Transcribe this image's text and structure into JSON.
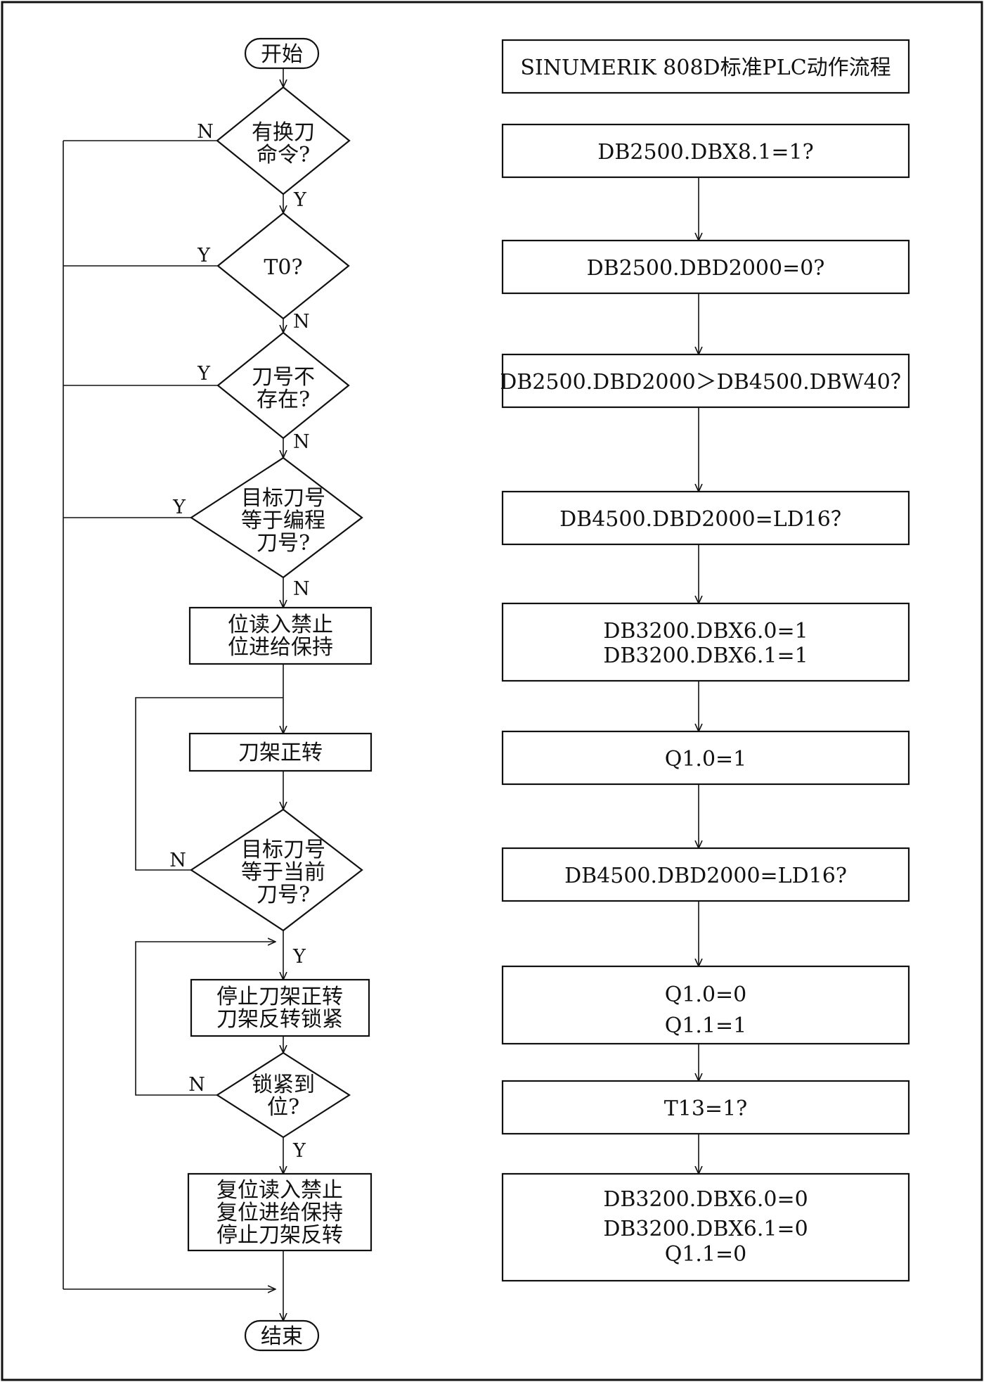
{
  "left_flow": {
    "start": "开始",
    "d_tool_change_cmd": [
      "有换刀",
      "命令?"
    ],
    "d_t0": [
      "T0?"
    ],
    "d_tool_not_exist": [
      "刀号不",
      "存在?"
    ],
    "d_target_eq_program": [
      "目标刀号",
      "等于编程",
      "刀号?"
    ],
    "p_inhibit_hold": [
      "位读入禁止",
      "位进给保持"
    ],
    "p_forward": [
      "刀架正转"
    ],
    "d_target_eq_current": [
      "目标刀号",
      "等于当前",
      "刀号?"
    ],
    "p_stop_reverse": [
      "停止刀架正转",
      "刀架反转锁紧"
    ],
    "d_locked": [
      "锁紧到",
      "位?"
    ],
    "p_reset": [
      "复位读入禁止",
      "复位进给保持",
      "停止刀架反转"
    ],
    "end": "结束",
    "branch_labels": {
      "cmd_n": "N",
      "cmd_y": "Y",
      "t0_y": "Y",
      "t0_n": "N",
      "exist_y": "Y",
      "exist_n": "N",
      "prog_y": "Y",
      "prog_n": "N",
      "cur_n": "N",
      "cur_y": "Y",
      "lock_n": "N",
      "lock_y": "Y"
    }
  },
  "right_flow": {
    "title": "SINUMERIK 808D标准PLC动作流程",
    "steps": [
      [
        "DB2500.DBX8.1=1?"
      ],
      [
        "DB2500.DBD2000=0?"
      ],
      [
        "DB2500.DBD2000＞DB4500.DBW40？"
      ],
      [
        "DB4500.DBD2000=LD16？"
      ],
      [
        "DB3200.DBX6.0=1",
        "DB3200.DBX6.1=1"
      ],
      [
        "Q1.0=1"
      ],
      [
        "DB4500.DBD2000=LD16?"
      ],
      [
        "Q1.0=0",
        "Q1.1=1"
      ],
      [
        "T13=1?"
      ],
      [
        "DB3200.DBX6.0=0",
        "DB3200.DBX6.1=0",
        "Q1.1=0"
      ]
    ]
  }
}
